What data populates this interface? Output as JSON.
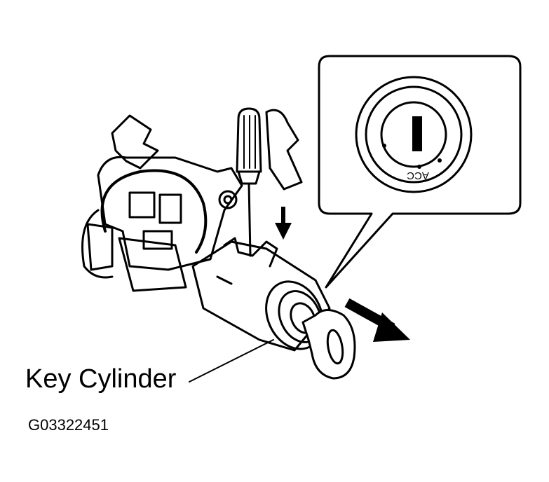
{
  "callout_label": "Key Cylinder",
  "figure_code": "G03322451",
  "inset": {
    "position_label": "ACC"
  }
}
